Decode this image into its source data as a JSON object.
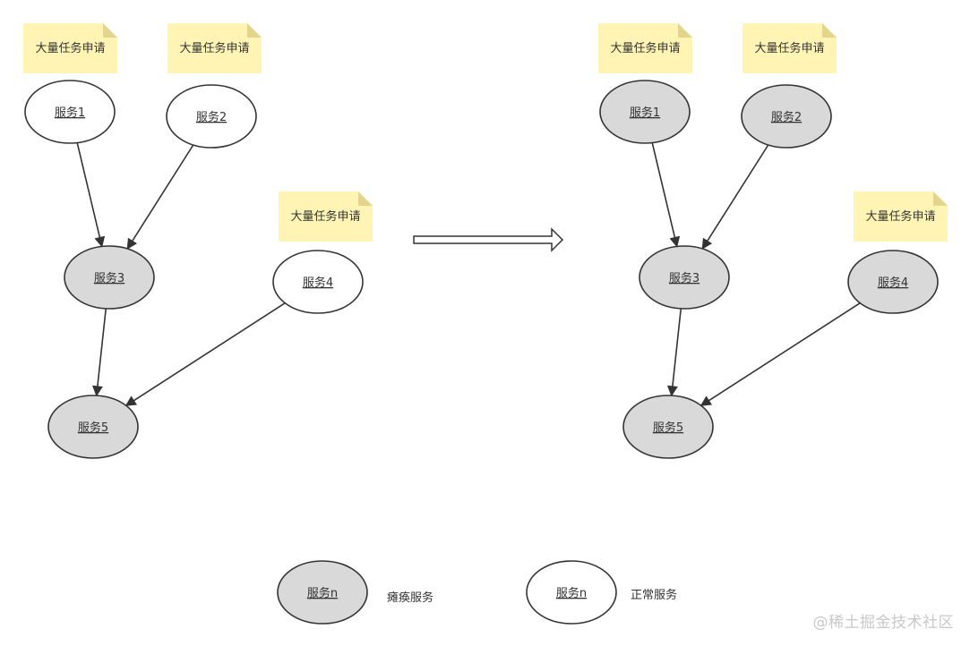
{
  "colors": {
    "paralyzed_fill": "#d9d9d9",
    "normal_fill": "#ffffff",
    "stroke": "#333333",
    "note_fill": "#fff4b3",
    "note_fold": "#e4d58c"
  },
  "note_label": "大量任务申请",
  "panels": [
    {
      "nodes": [
        {
          "id": "s1",
          "label": "服务1",
          "state": "normal"
        },
        {
          "id": "s2",
          "label": "服务2",
          "state": "normal"
        },
        {
          "id": "s3",
          "label": "服务3",
          "state": "paralyzed"
        },
        {
          "id": "s4",
          "label": "服务4",
          "state": "normal"
        },
        {
          "id": "s5",
          "label": "服务5",
          "state": "paralyzed"
        }
      ],
      "edges": [
        [
          "s1",
          "s3"
        ],
        [
          "s2",
          "s3"
        ],
        [
          "s3",
          "s5"
        ],
        [
          "s4",
          "s5"
        ]
      ],
      "notes": [
        "s1",
        "s2",
        "s4"
      ]
    },
    {
      "nodes": [
        {
          "id": "s1",
          "label": "服务1",
          "state": "paralyzed"
        },
        {
          "id": "s2",
          "label": "服务2",
          "state": "paralyzed"
        },
        {
          "id": "s3",
          "label": "服务3",
          "state": "paralyzed"
        },
        {
          "id": "s4",
          "label": "服务4",
          "state": "paralyzed"
        },
        {
          "id": "s5",
          "label": "服务5",
          "state": "paralyzed"
        }
      ],
      "edges": [
        [
          "s1",
          "s3"
        ],
        [
          "s2",
          "s3"
        ],
        [
          "s3",
          "s5"
        ],
        [
          "s4",
          "s5"
        ]
      ],
      "notes": [
        "s1",
        "s2",
        "s4"
      ]
    }
  ],
  "legend": {
    "paralyzed": {
      "node_label": "服务n",
      "text": "瘫痪服务"
    },
    "normal": {
      "node_label": "服务n",
      "text": "正常服务"
    }
  },
  "watermark": "@稀土掘金技术社区"
}
